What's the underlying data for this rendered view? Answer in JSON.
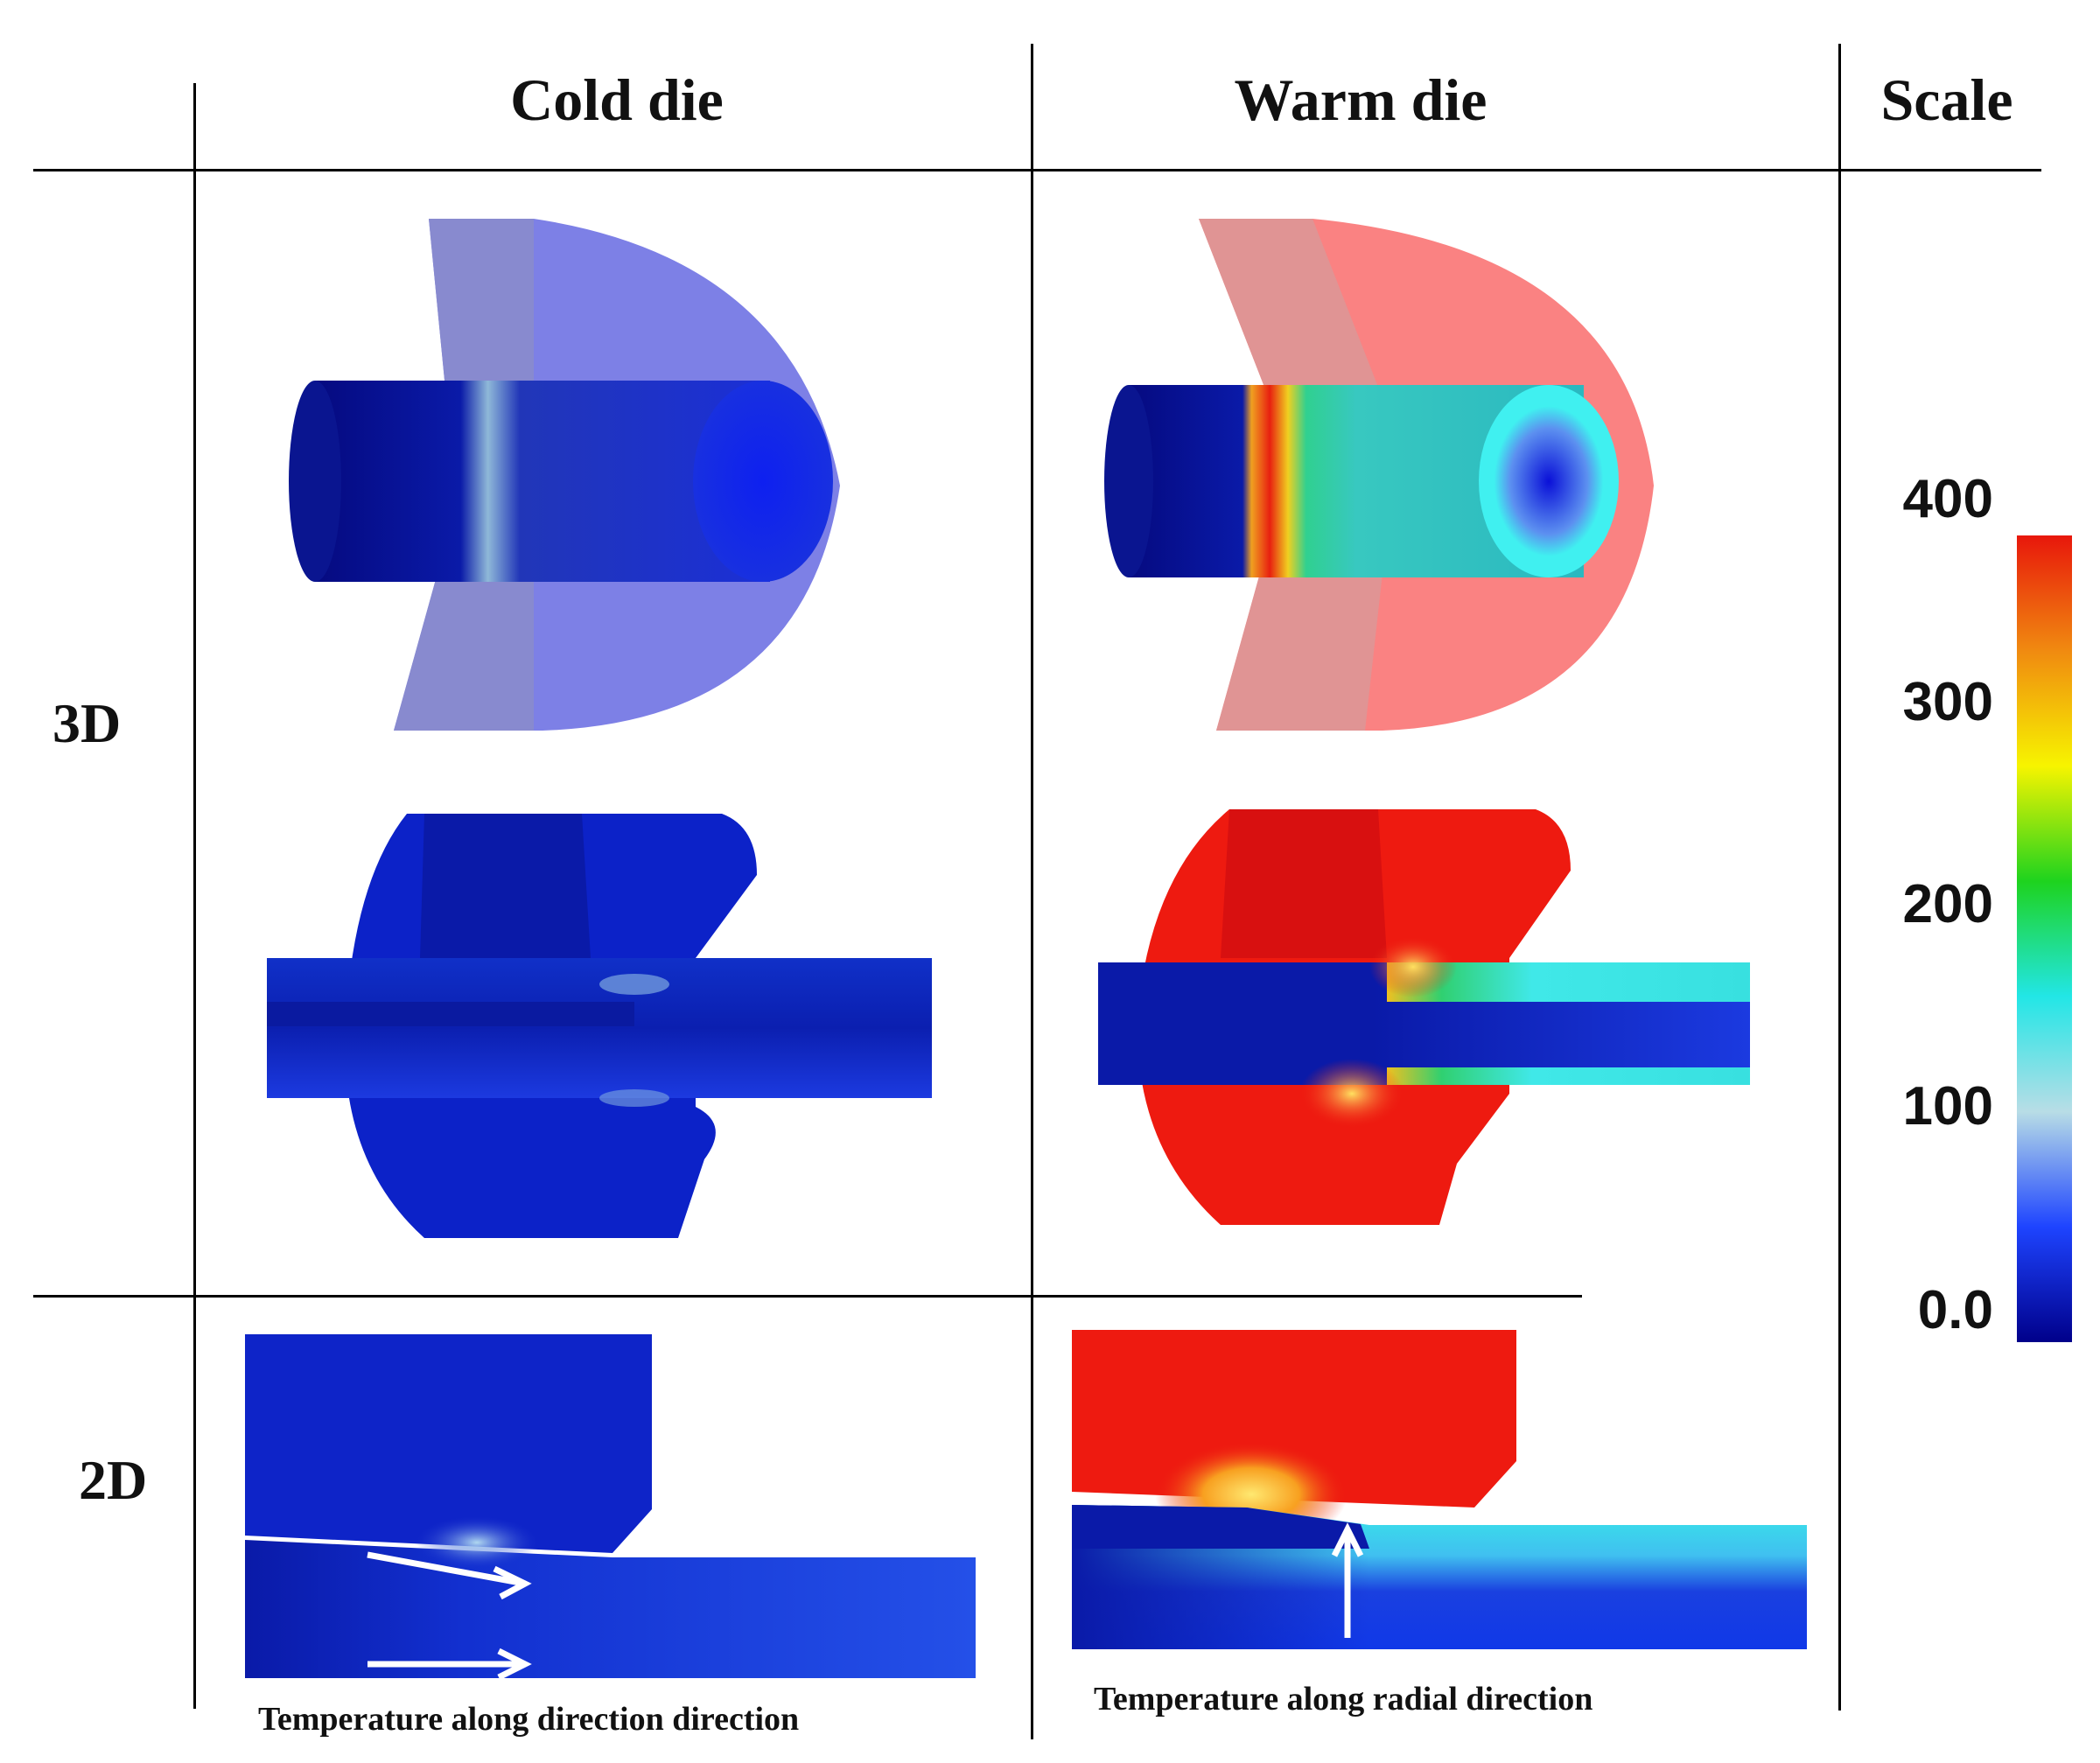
{
  "headers": {
    "cold": "Cold die",
    "warm": "Warm die",
    "scale": "Scale"
  },
  "row_labels": {
    "three_d": "3D",
    "two_d": "2D"
  },
  "captions": {
    "cold": "Temperature along direction direction",
    "warm": "Temperature along radial direction"
  },
  "colorbar": {
    "ticks": [
      "400",
      "300",
      "200",
      "100",
      "0.0"
    ],
    "min": 0,
    "max": 400,
    "colors": [
      "#e8170b",
      "#f08a10",
      "#f7f400",
      "#1ed31e",
      "#22e6e6",
      "#b8dde6",
      "#1e44ff",
      "#00008a"
    ]
  },
  "colors": {
    "die_cold": "#7d80e6",
    "die_warm": "#fa8282",
    "billet_cold": "#0a1aa8",
    "hot_red": "#ee1a10",
    "cyan": "#34e8e8"
  }
}
